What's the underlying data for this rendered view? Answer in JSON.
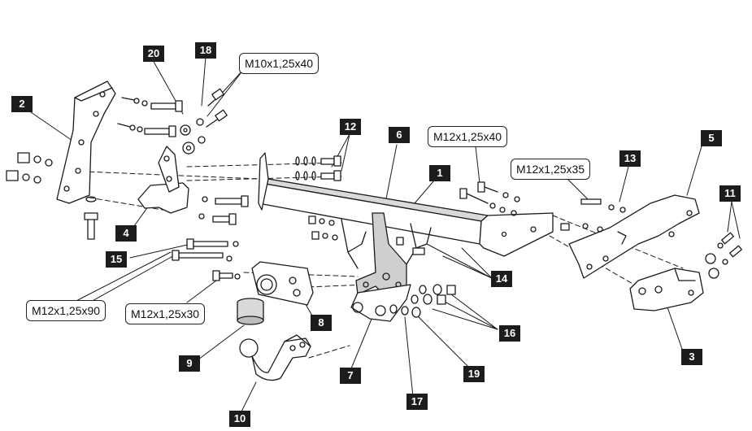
{
  "callouts": {
    "p1": "1",
    "p2": "2",
    "p3": "3",
    "p4": "4",
    "p5": "5",
    "p6": "6",
    "p7": "7",
    "p8": "8",
    "p9": "9",
    "p10": "10",
    "p11": "11",
    "p12": "12",
    "p13": "13",
    "p14": "14",
    "p15": "15",
    "p16": "16",
    "p17": "17",
    "p18": "18",
    "p19": "19",
    "p20": "20"
  },
  "bolt_specs": {
    "m10x40": "M10x1,25x40",
    "m12x40": "M12x1,25x40",
    "m12x35": "M12x1,25x35",
    "m12x90": "M12x1,25x90",
    "m12x30": "M12x1,25x30"
  },
  "colors": {
    "line": "#1a1a1a",
    "part_fill": "#ffffff",
    "part_shade": "#d9d9d9",
    "tag_fill": "#1c1c1c"
  }
}
